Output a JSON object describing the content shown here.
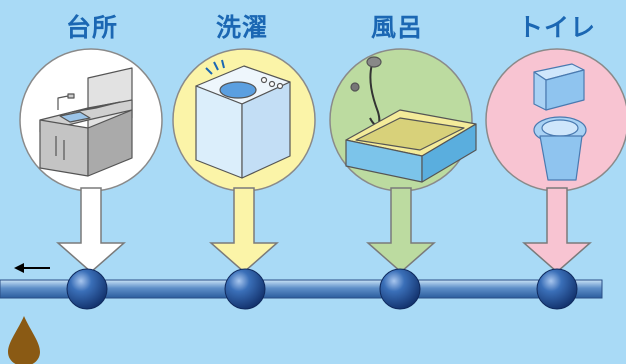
{
  "title": "",
  "flow_direction": "left",
  "stations": [
    {
      "id": "kitchen",
      "label": "台所",
      "circle_color": "#ffffff",
      "arrow_color": "#ffffff",
      "icon": "kitchen-sink-icon"
    },
    {
      "id": "laundry",
      "label": "洗濯",
      "circle_color": "#fbf4a8",
      "arrow_color": "#fbf4a8",
      "icon": "washing-machine-icon"
    },
    {
      "id": "bath",
      "label": "風呂",
      "circle_color": "#bcdba0",
      "arrow_color": "#bcdba0",
      "icon": "bathtub-icon"
    },
    {
      "id": "toilet",
      "label": "トイレ",
      "circle_color": "#f8c4d2",
      "arrow_color": "#f8c4d2",
      "icon": "toilet-icon"
    }
  ],
  "colors": {
    "background": "#a9daf6",
    "label_text": "#1b67b3",
    "pipe": "#5e8fc8",
    "joint": "#1f4f96",
    "drop": "#8a5a14",
    "outline": "#6e6e6e"
  },
  "drain_icon": "water-drop-icon"
}
